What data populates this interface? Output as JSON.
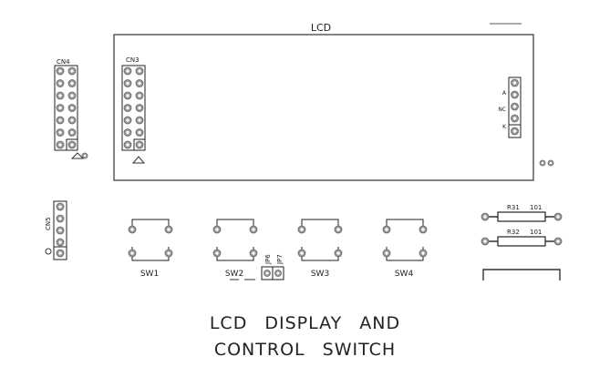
{
  "board": {
    "lcd_label": "LCD",
    "cn3_label": "CN3",
    "cn4_label": "CN4",
    "cn5_label": "CN5",
    "backlight_labels": [
      "A",
      "NC",
      "K"
    ],
    "switches": [
      "SW1",
      "SW2",
      "SW3",
      "SW4"
    ],
    "jumpers": [
      "JP6",
      "JP7"
    ],
    "resistors": [
      {
        "ref": "R31",
        "value": "101"
      },
      {
        "ref": "R32",
        "value": "101"
      }
    ]
  },
  "caption": {
    "line1": "LCD DISPLAY AND",
    "line2": "CONTROL SWITCH"
  },
  "colors": {
    "silkscreen": "#222222",
    "pad_fill": "#9a9a9a",
    "pad_hole": "#ffffff"
  }
}
